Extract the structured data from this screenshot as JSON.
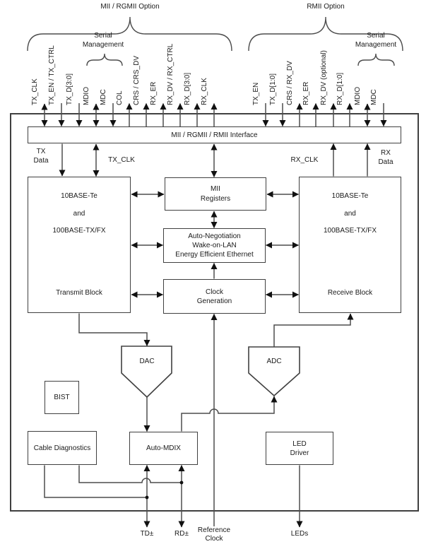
{
  "title_braces": {
    "mii_option": "MII / RGMII Option",
    "rmii_option": "RMII Option",
    "serial_mgmt": {
      "line1": "Serial",
      "line2": "Management"
    }
  },
  "signals": {
    "mii": [
      {
        "label": "TX_CLK",
        "dir": "bidirectional"
      },
      {
        "label": "TX_EN / TX_CTRL",
        "dir": "input"
      },
      {
        "label": "TX_D[3:0]",
        "dir": "input"
      },
      {
        "label": "MDIO",
        "dir": "bidirectional"
      },
      {
        "label": "MDC",
        "dir": "input"
      },
      {
        "label": "COL",
        "dir": "output"
      },
      {
        "label": "CRS / CRS_DV",
        "dir": "output"
      },
      {
        "label": "RX_ER",
        "dir": "output"
      },
      {
        "label": "RX_DV / RX_CTRL",
        "dir": "output"
      },
      {
        "label": "RX_D[3:0]",
        "dir": "output"
      },
      {
        "label": "RX_CLK",
        "dir": "output"
      }
    ],
    "rmii": [
      {
        "label": "TX_EN",
        "dir": "input"
      },
      {
        "label": "TX_D[1:0]",
        "dir": "input"
      },
      {
        "label": "CRS / RX_DV",
        "dir": "output"
      },
      {
        "label": "RX_ER",
        "dir": "output"
      },
      {
        "label": "RX_DV (optional)",
        "dir": "output"
      },
      {
        "label": "RX_D[1:0]",
        "dir": "output"
      },
      {
        "label": "MDIO",
        "dir": "bidirectional"
      },
      {
        "label": "MDC",
        "dir": "input"
      }
    ]
  },
  "interface": {
    "label": "MII / RGMII / RMII Interface"
  },
  "bus_labels": {
    "tx_data_line1": "TX",
    "tx_data_line2": "Data",
    "tx_clk": "TX_CLK",
    "rx_clk": "RX_CLK",
    "rx_data_line1": "RX",
    "rx_data_line2": "Data"
  },
  "blocks": {
    "transmit": {
      "line1": "10BASE-Te",
      "line2": "and",
      "line3": "100BASE-TX/FX",
      "name": "Transmit Block"
    },
    "receive": {
      "line1": "10BASE-Te",
      "line2": "and",
      "line3": "100BASE-TX/FX",
      "name": "Receive Block"
    },
    "mii_registers": {
      "line1": "MII",
      "line2": "Registers"
    },
    "auto_negotiation": {
      "line1": "Auto-Negotiation",
      "line2": "Wake-on-LAN",
      "line3": "Energy Efficient Ethernet"
    },
    "clock_generation": {
      "line1": "Clock",
      "line2": "Generation"
    },
    "dac": "DAC",
    "adc": "ADC",
    "bist": "BIST",
    "cable_diagnostics": "Cable Diagnostics",
    "auto_mdix": "Auto-MDIX",
    "led_driver": {
      "line1": "LED",
      "line2": "Driver"
    }
  },
  "pins": {
    "td": "TD±",
    "rd": "RD±",
    "reference_clock": {
      "line1": "Reference",
      "line2": "Clock"
    },
    "leds": "LEDs"
  },
  "colors": {
    "line": "#4d4d4d",
    "arrowhead": "#111111",
    "border": "#404040",
    "text": "#1a1a1a",
    "background": "#ffffff"
  }
}
